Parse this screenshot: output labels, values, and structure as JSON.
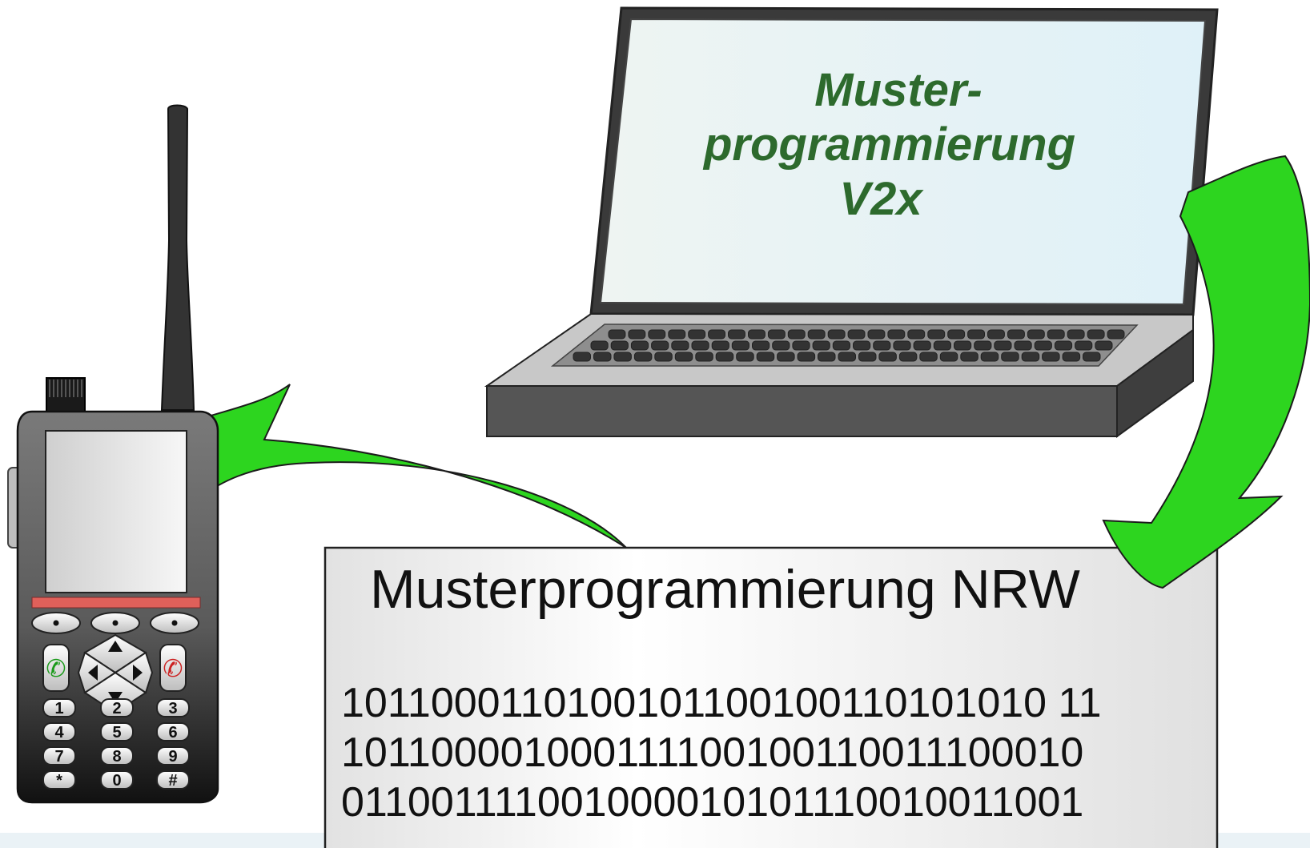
{
  "laptop": {
    "screen_lines": [
      "Muster-",
      "programmierung",
      "V2x"
    ]
  },
  "document": {
    "title": "Musterprogrammierung NRW",
    "binary_lines": [
      "1011000110100101100100110101010 11",
      "101100001000111100100110011100010",
      "011001111001000010101110010011001"
    ]
  },
  "radio": {
    "keypad": [
      "1",
      "2",
      "3",
      "4",
      "5",
      "6",
      "7",
      "8",
      "9",
      "*",
      "0",
      "#"
    ]
  },
  "colors": {
    "arrow": "#2dd51f",
    "laptop_text": "#2d6a2d",
    "radio_stripe": "#e0605a"
  },
  "icons": {
    "call": "phone-green-icon",
    "end_call": "phone-red-icon"
  }
}
